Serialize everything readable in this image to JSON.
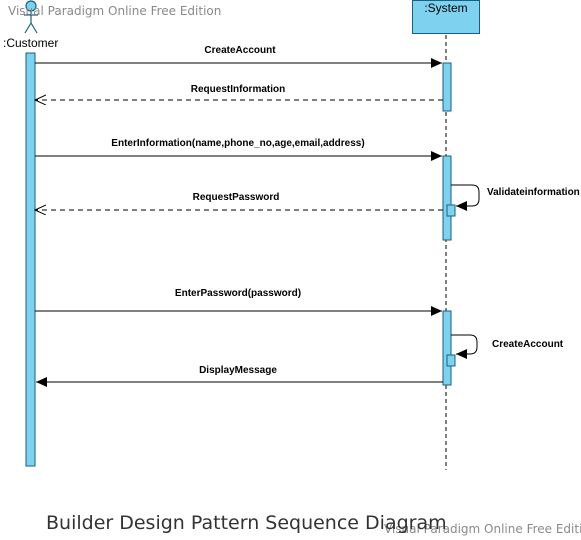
{
  "watermark": {
    "top_left": "Visual Paradigm Online Free Edition",
    "bottom_right": "Visual Paradigm Online Free Edition"
  },
  "lifelines": {
    "customer": ":Customer",
    "system": ":System"
  },
  "messages": [
    {
      "label": "CreateAccount",
      "kind": "sync"
    },
    {
      "label": "RequestInformation",
      "kind": "return"
    },
    {
      "label": "EnterInformation(name,phone_no,age,email,address)",
      "kind": "sync"
    },
    {
      "label": "RequestPassword",
      "kind": "return"
    },
    {
      "label": "EnterPassword(password)",
      "kind": "sync"
    },
    {
      "label": "DisplayMessage",
      "kind": "sync"
    }
  ],
  "self_messages": [
    {
      "label": "Validateinformation"
    },
    {
      "label": "CreateAccount"
    }
  ],
  "caption": "Builder Design Pattern Sequence Diagram",
  "colors": {
    "activation_fill": "#7fd2ef",
    "activation_stroke": "#1a5f80",
    "line": "#000000"
  }
}
